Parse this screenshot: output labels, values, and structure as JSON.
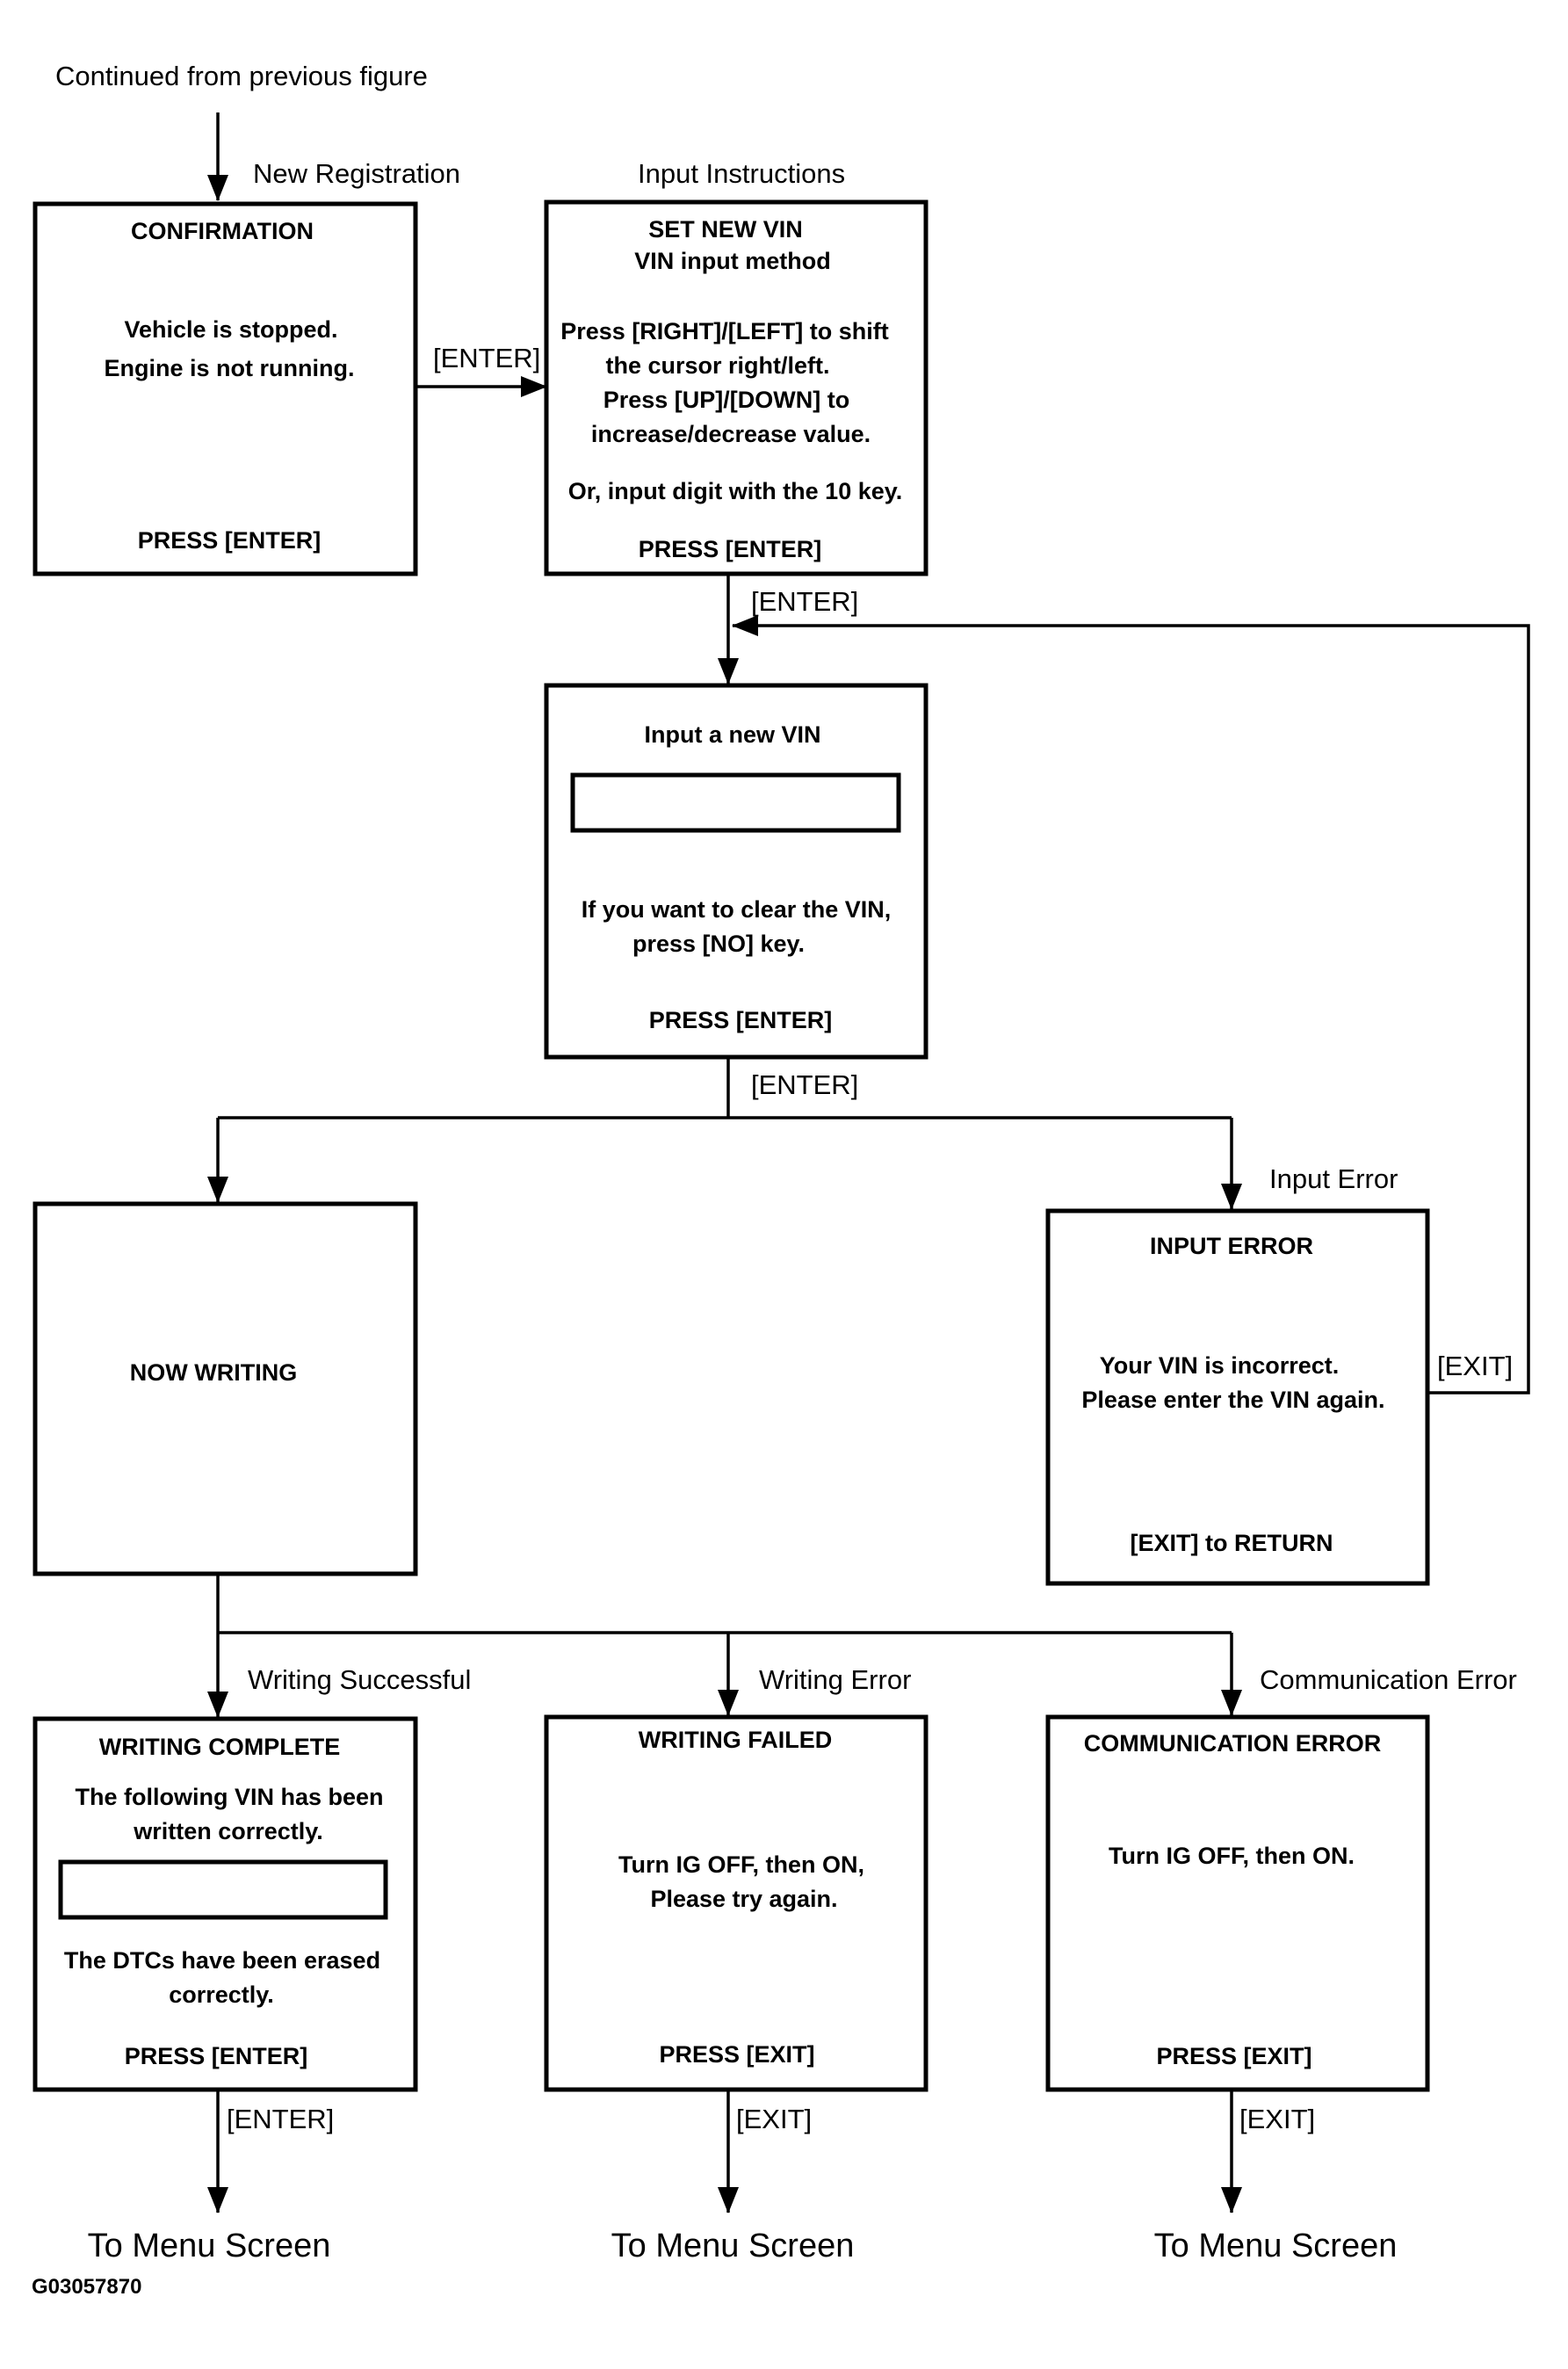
{
  "header": {
    "continued": "Continued from previous figure"
  },
  "edge_labels": {
    "new_registration": "New Registration",
    "input_instructions": "Input Instructions",
    "enter_1": "[ENTER]",
    "enter_2": "[ENTER]",
    "enter_3": "[ENTER]",
    "input_error": "Input Error",
    "exit_loop": "[EXIT]",
    "writing_successful": "Writing Successful",
    "writing_error": "Writing Error",
    "communication_error": "Communication Error",
    "enter_4": "[ENTER]",
    "exit_2": "[EXIT]",
    "exit_3": "[EXIT]"
  },
  "screens": {
    "confirmation": {
      "title": "CONFIRMATION",
      "line1": "Vehicle is stopped.",
      "line2": "Engine is not running.",
      "footer": "PRESS [ENTER]"
    },
    "set_new_vin": {
      "title": "SET NEW VIN",
      "subtitle": "VIN input method",
      "line1": "Press [RIGHT]/[LEFT] to shift",
      "line2": "the cursor right/left.",
      "line3": "Press [UP]/[DOWN] to",
      "line4": "increase/decrease value.",
      "line5": "Or, input digit with the 10 key.",
      "footer": "PRESS [ENTER]"
    },
    "input_vin": {
      "title": "Input a new VIN",
      "line1": "If you want to clear the VIN,",
      "line2": "press [NO] key.",
      "footer": "PRESS [ENTER]"
    },
    "now_writing": {
      "title": "NOW WRITING"
    },
    "input_error": {
      "title": "INPUT ERROR",
      "line1": "Your VIN is incorrect.",
      "line2": "Please enter the VIN again.",
      "footer": "[EXIT] to RETURN"
    },
    "writing_complete": {
      "title": "WRITING COMPLETE",
      "line1": "The following VIN has been",
      "line2": "written correctly.",
      "line3": "The DTCs have been erased",
      "line4": "correctly.",
      "footer": "PRESS [ENTER]"
    },
    "writing_failed": {
      "title": "WRITING FAILED",
      "line1": "Turn IG OFF, then ON,",
      "line2": "Please try again.",
      "footer": "PRESS [EXIT]"
    },
    "communication_error": {
      "title": "COMMUNICATION ERROR",
      "line1": "Turn IG OFF, then ON.",
      "footer": "PRESS [EXIT]"
    }
  },
  "destinations": {
    "menu_1": "To Menu Screen",
    "menu_2": "To Menu Screen",
    "menu_3": "To Menu Screen"
  },
  "figure_code": "G03057870"
}
